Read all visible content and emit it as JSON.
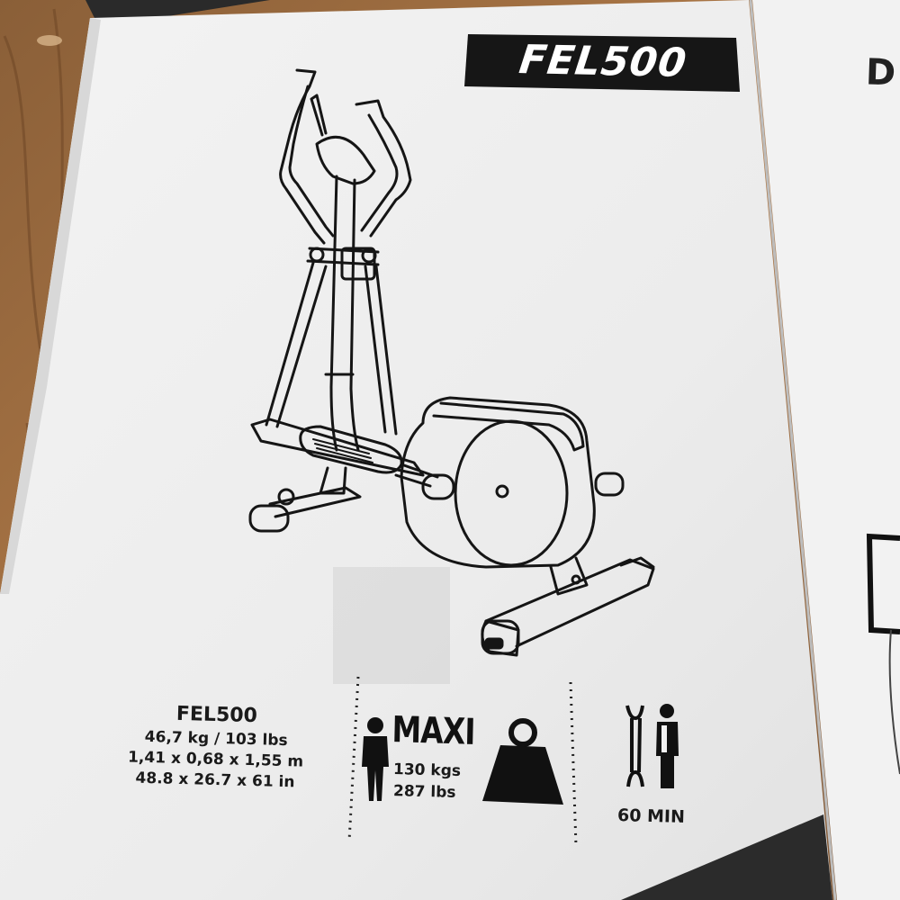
{
  "manual": {
    "title": "FEL500",
    "next_page_fragment": "D",
    "specs": {
      "model": "FEL500",
      "weight": "46,7 kg / 103 lbs",
      "dimensions_m": "1,41 x 0,68 x 1,55 m",
      "dimensions_in": "48.8 x 26.7 x 61 in"
    },
    "max_load": {
      "label": "MAXI",
      "kg": "130 kgs",
      "lbs": "287 lbs"
    },
    "assembly": {
      "duration": "60 MIN"
    }
  },
  "icons": [
    "elliptical-trainer-illustration",
    "person-silhouette-icon",
    "weight-icon",
    "wrench-icon",
    "assembler-person-icon"
  ],
  "colors": {
    "paper": "#eeeeee",
    "banner": "#161616",
    "ink": "#1a1a1a",
    "table": "#6b4a2c"
  }
}
